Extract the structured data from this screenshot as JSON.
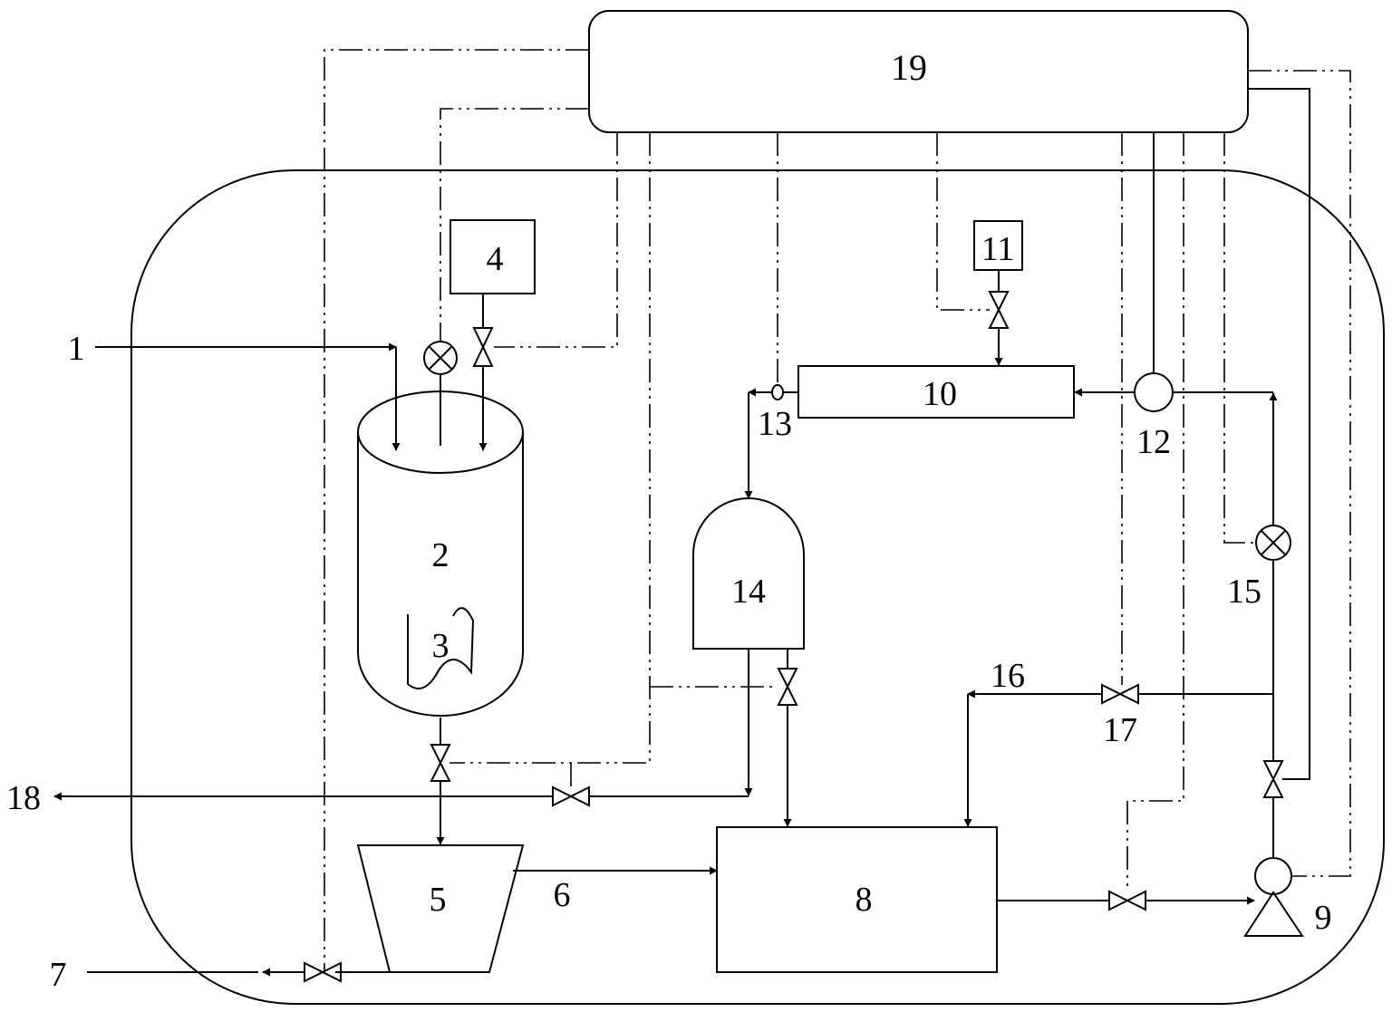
{
  "labels": {
    "n1": "1",
    "n2": "2",
    "n3": "3",
    "n4": "4",
    "n5": "5",
    "n6": "6",
    "n7": "7",
    "n8": "8",
    "n9": "9",
    "n10": "10",
    "n11": "11",
    "n12": "12",
    "n13": "13",
    "n14": "14",
    "n15": "15",
    "n16": "16",
    "n17": "17",
    "n18": "18",
    "n19": "19"
  },
  "colors": {
    "line": "#000000",
    "background": "#ffffff"
  },
  "icons": [
    "valve-icon",
    "flow-meter-icon",
    "pump-icon",
    "arrow-icon"
  ]
}
